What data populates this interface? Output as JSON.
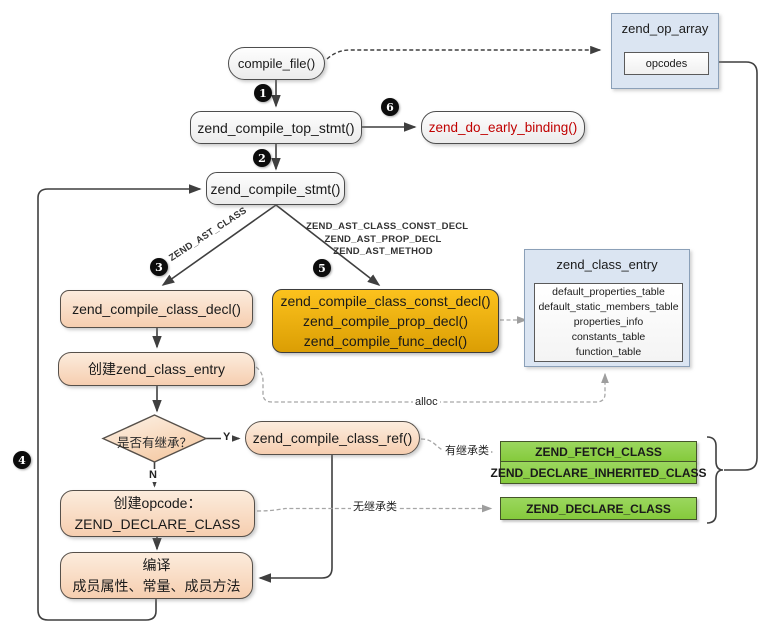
{
  "nodes": {
    "compile_file": "compile_file()",
    "zend_op_array": {
      "title": "zend_op_array",
      "field": "opcodes"
    },
    "top_stmt": "zend_compile_top_stmt()",
    "early_binding": "zend_do_early_binding()",
    "stmt": "zend_compile_stmt()",
    "class_decl": "zend_compile_class_decl()",
    "create_entry": "创建zend_class_entry",
    "decl_group": {
      "line1": "zend_compile_class_const_decl()",
      "line2": "zend_compile_prop_decl()",
      "line3": "zend_compile_func_decl()"
    },
    "class_entry": {
      "title": "zend_class_entry",
      "fields": [
        "default_properties_table",
        "default_static_members_table",
        "properties_info",
        "constants_table",
        "function_table"
      ]
    },
    "decision": "是否有继承？",
    "class_ref": "zend_compile_class_ref()",
    "create_opcode": {
      "line1": "创建opcode：",
      "line2": "ZEND_DECLARE_CLASS"
    },
    "compile_members": {
      "line1": "编译",
      "line2": "成员属性、常量、成员方法"
    },
    "op_fetch_class": "ZEND_FETCH_CLASS",
    "op_declare_inherited": "ZEND_DECLARE_INHERITED_CLASS",
    "op_declare_class": "ZEND_DECLARE_CLASS"
  },
  "edge_labels": {
    "ast_class": "ZEND_AST_CLASS",
    "ast_group_1": "ZEND_AST_CLASS_CONST_DECL",
    "ast_group_2": "ZEND_AST_PROP_DECL",
    "ast_group_3": "ZEND_AST_METHOD",
    "yes": "Y",
    "no": "N",
    "alloc": "alloc",
    "with_inheritance": "有继承类",
    "without_inheritance": "无继承类"
  },
  "steps": {
    "s1": "1",
    "s2": "2",
    "s3": "3",
    "s4": "4",
    "s5": "5",
    "s6": "6"
  },
  "colors": {
    "peach": "#f7cfb2",
    "orange": "#edaa0b",
    "green": "#92d050",
    "blue": "#dbe5f2",
    "red_text": "#c00000",
    "line_dark": "#3f3f3f",
    "line_gray": "#a6a6a6"
  }
}
